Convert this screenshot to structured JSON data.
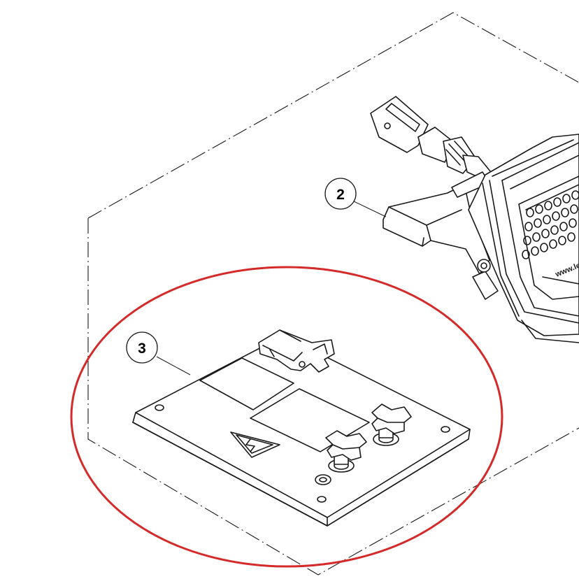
{
  "callouts": [
    {
      "label": "2"
    },
    {
      "label": "3"
    }
  ],
  "panel_text": "www.le",
  "icons": {
    "warning": "electrical-hazard-warning-icon"
  },
  "colors": {
    "highlight_ellipse": "#d42a2a",
    "line_art": "#1a1a1a",
    "background": "#ffffff"
  }
}
